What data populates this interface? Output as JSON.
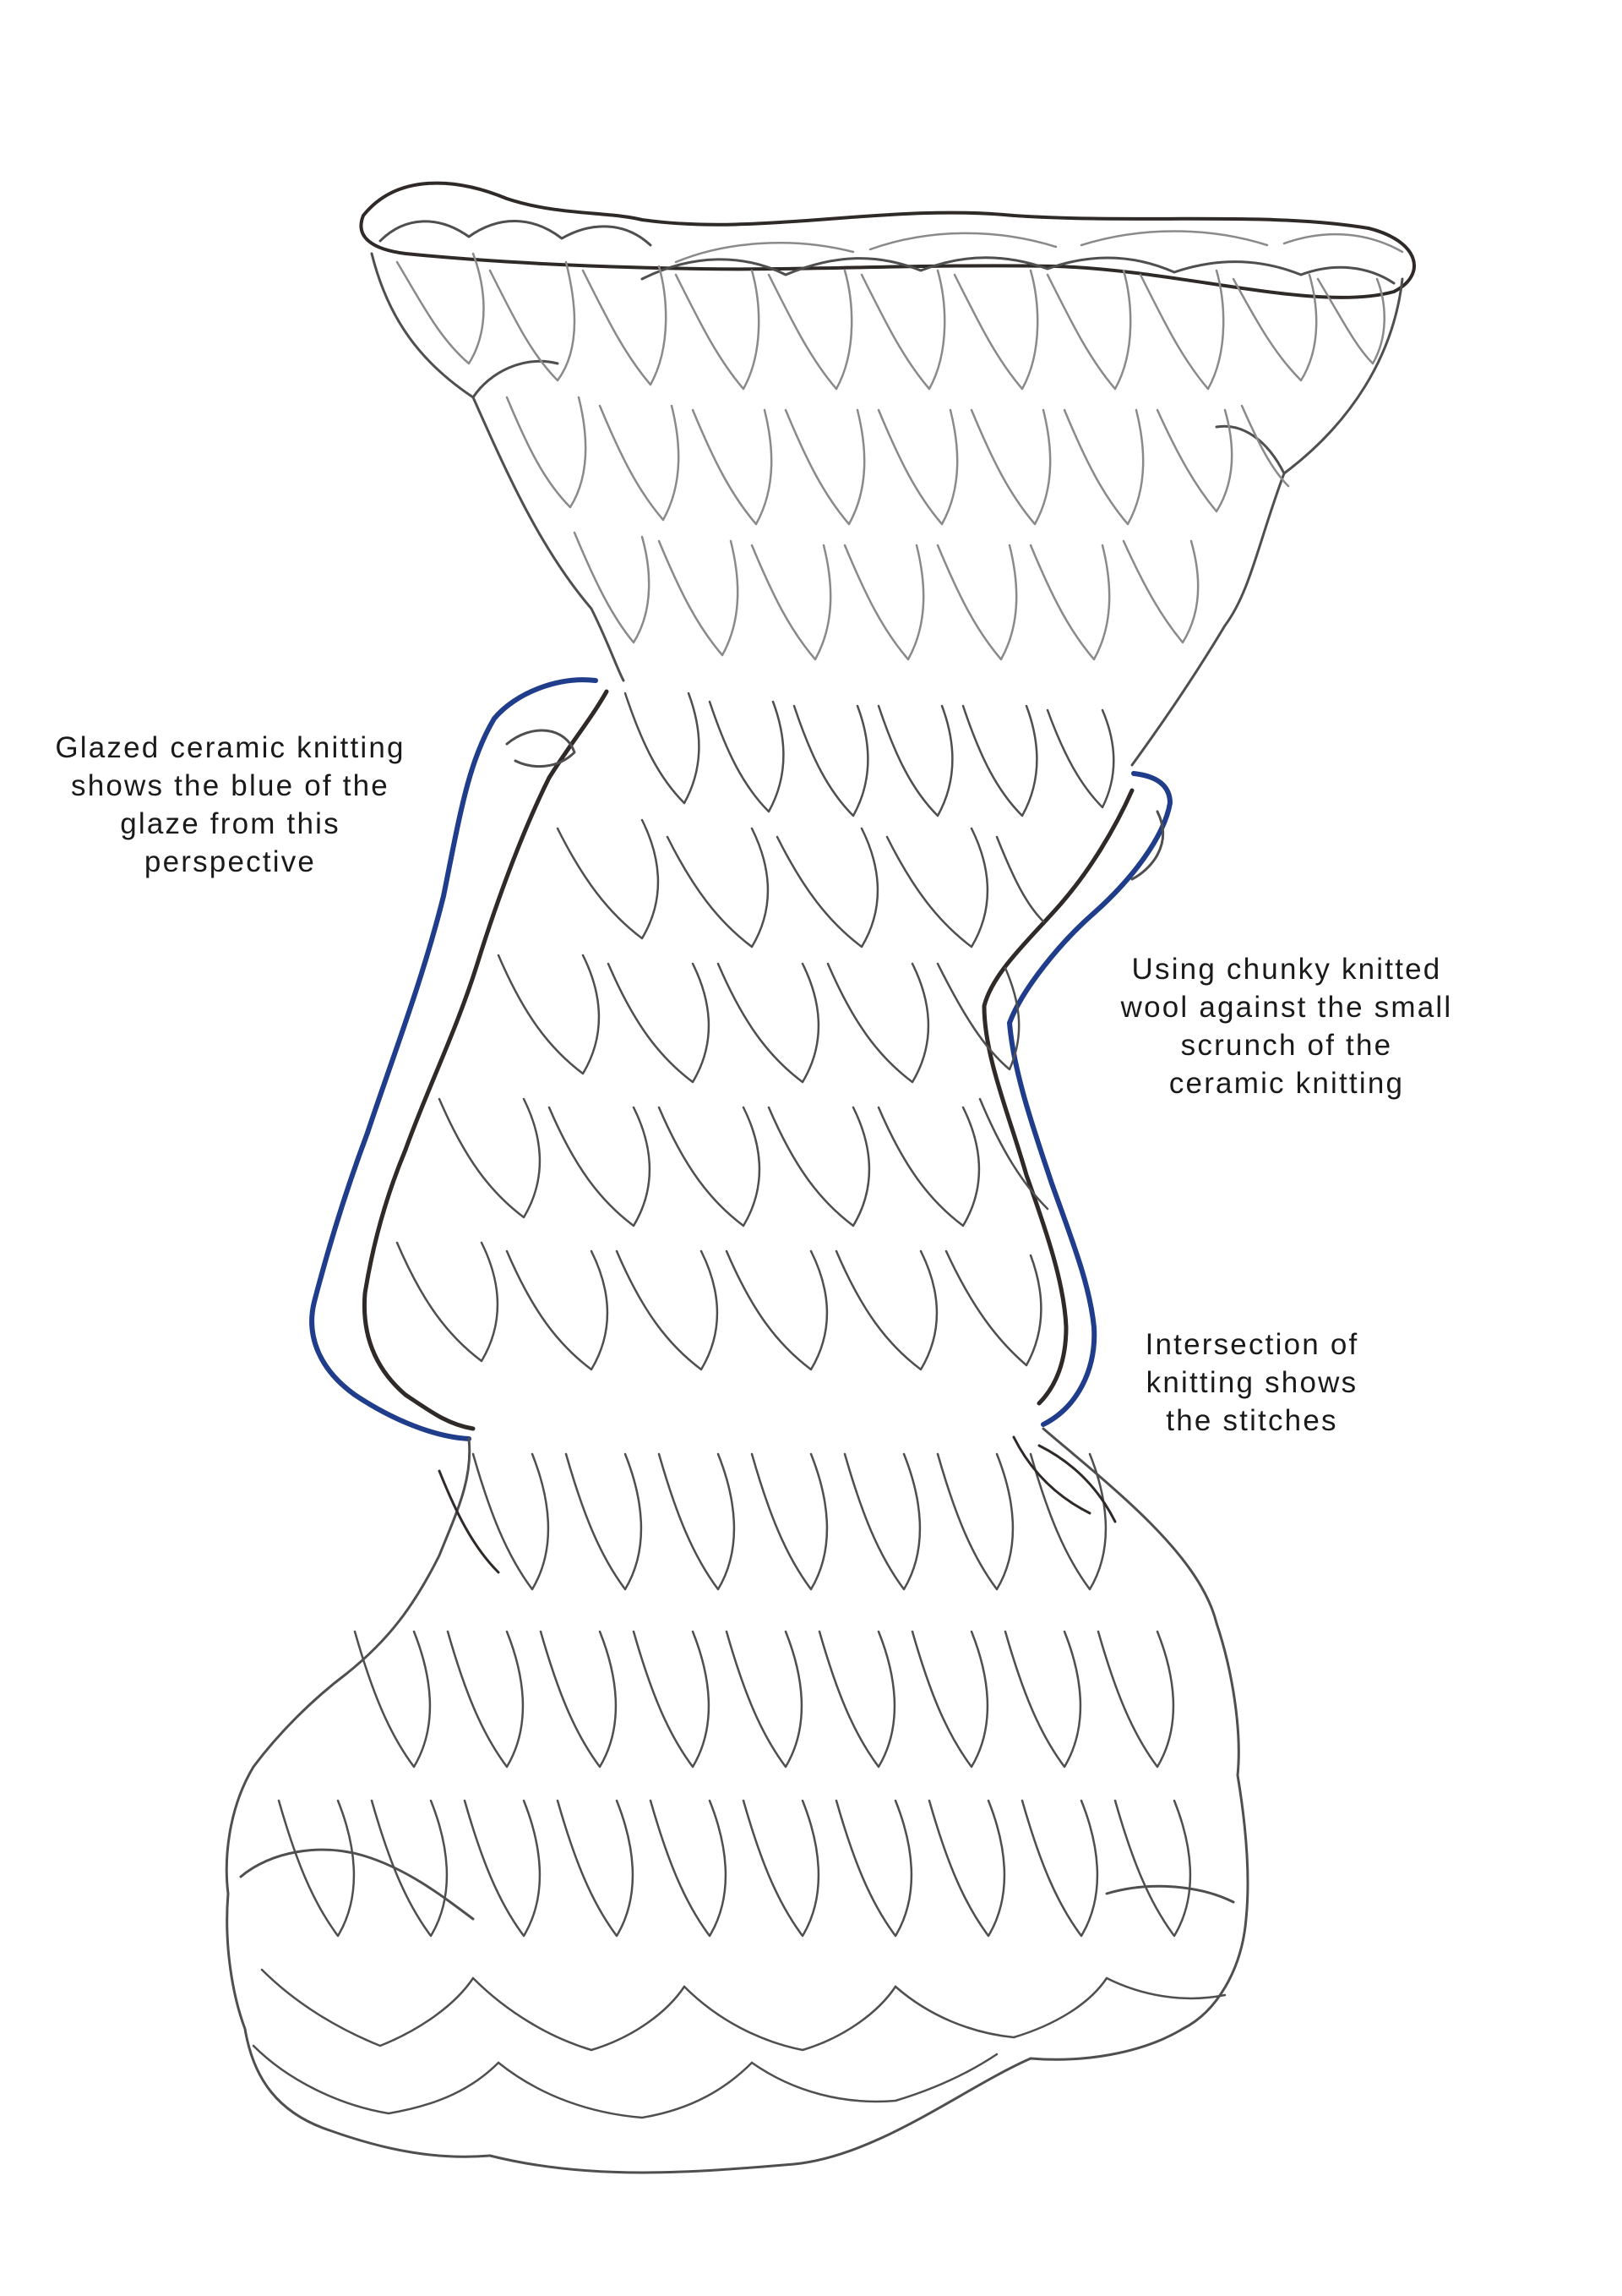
{
  "annotations": {
    "glaze": [
      "Glazed ceramic knitting",
      "shows the blue of the",
      "glaze from this",
      "perspective"
    ],
    "wool": [
      "Using chunky knitted",
      "wool against the small",
      "scrunch of the",
      "ceramic knitting"
    ],
    "intersection": [
      "Intersection of",
      "knitting shows",
      "the stitches"
    ]
  },
  "colors": {
    "paper": "#ffffff",
    "pencil": "#4f4f4f",
    "glaze_blue": "#1f3d8a",
    "text": "#1a1a1a"
  }
}
